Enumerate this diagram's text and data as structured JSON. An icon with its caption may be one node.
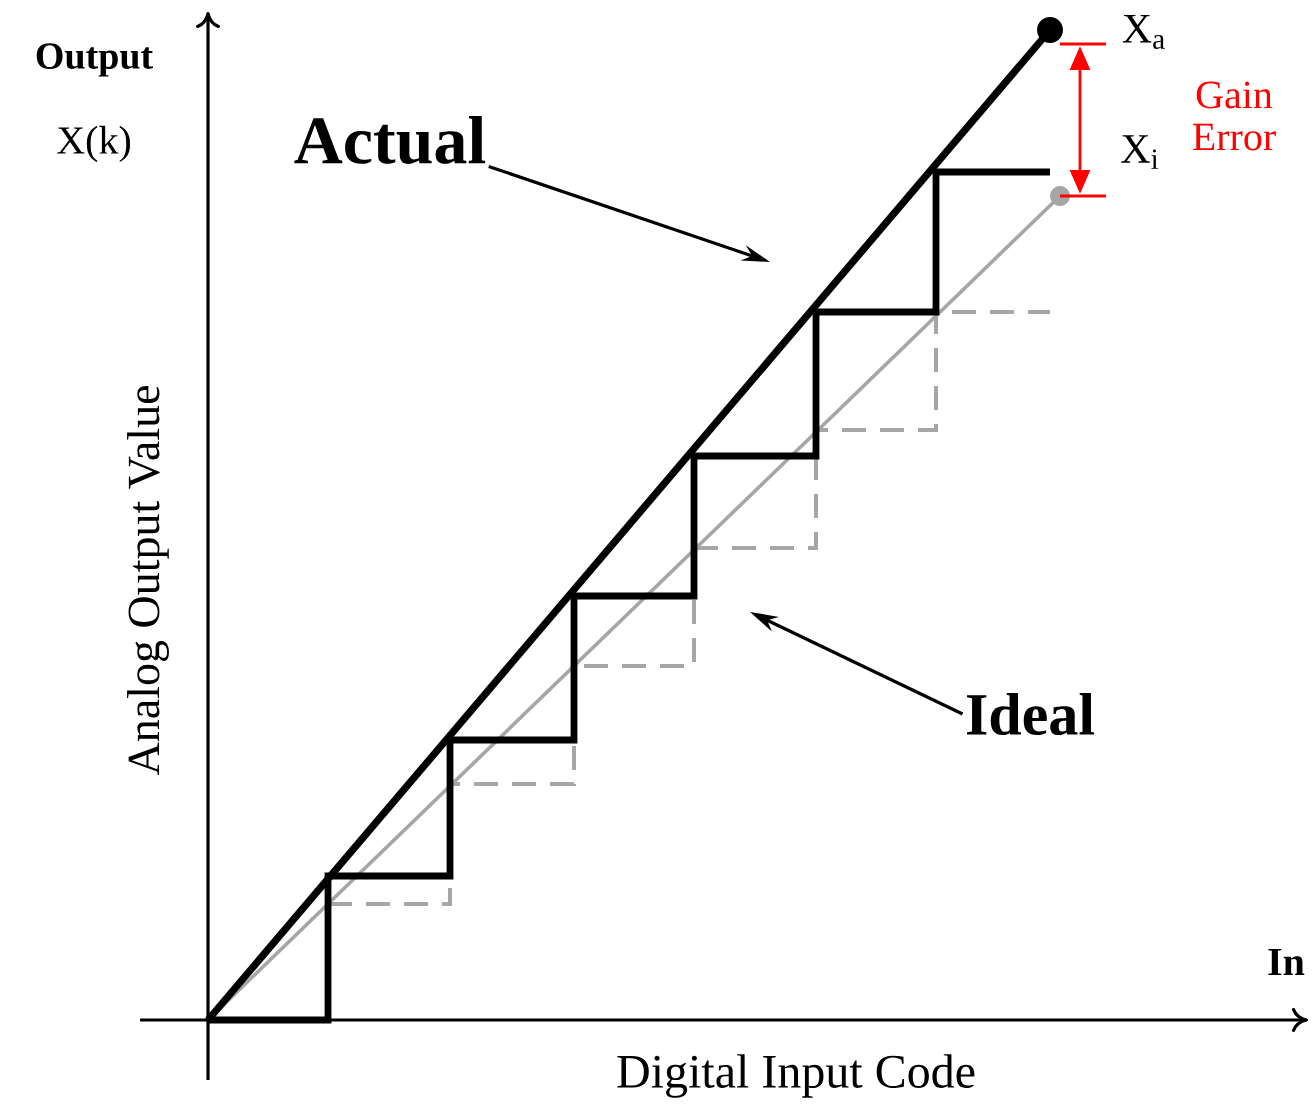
{
  "diagram": {
    "nodes": [
      {
        "text": [
          "Actual"
        ]
      },
      {
        "text": [
          "Ideal"
        ]
      }
    ],
    "edges": [
      {
        "from": 0,
        "to": null,
        "arrow": "to"
      },
      {
        "from": 1,
        "to": null,
        "arrow": "to"
      }
    ],
    "labels": [
      "Output",
      "X(k)",
      "X$_{a}$",
      "Gain Error",
      "X$_{i}$",
      "In",
      "Analog Output Value",
      "Digital Input Code"
    ]
  }
}
